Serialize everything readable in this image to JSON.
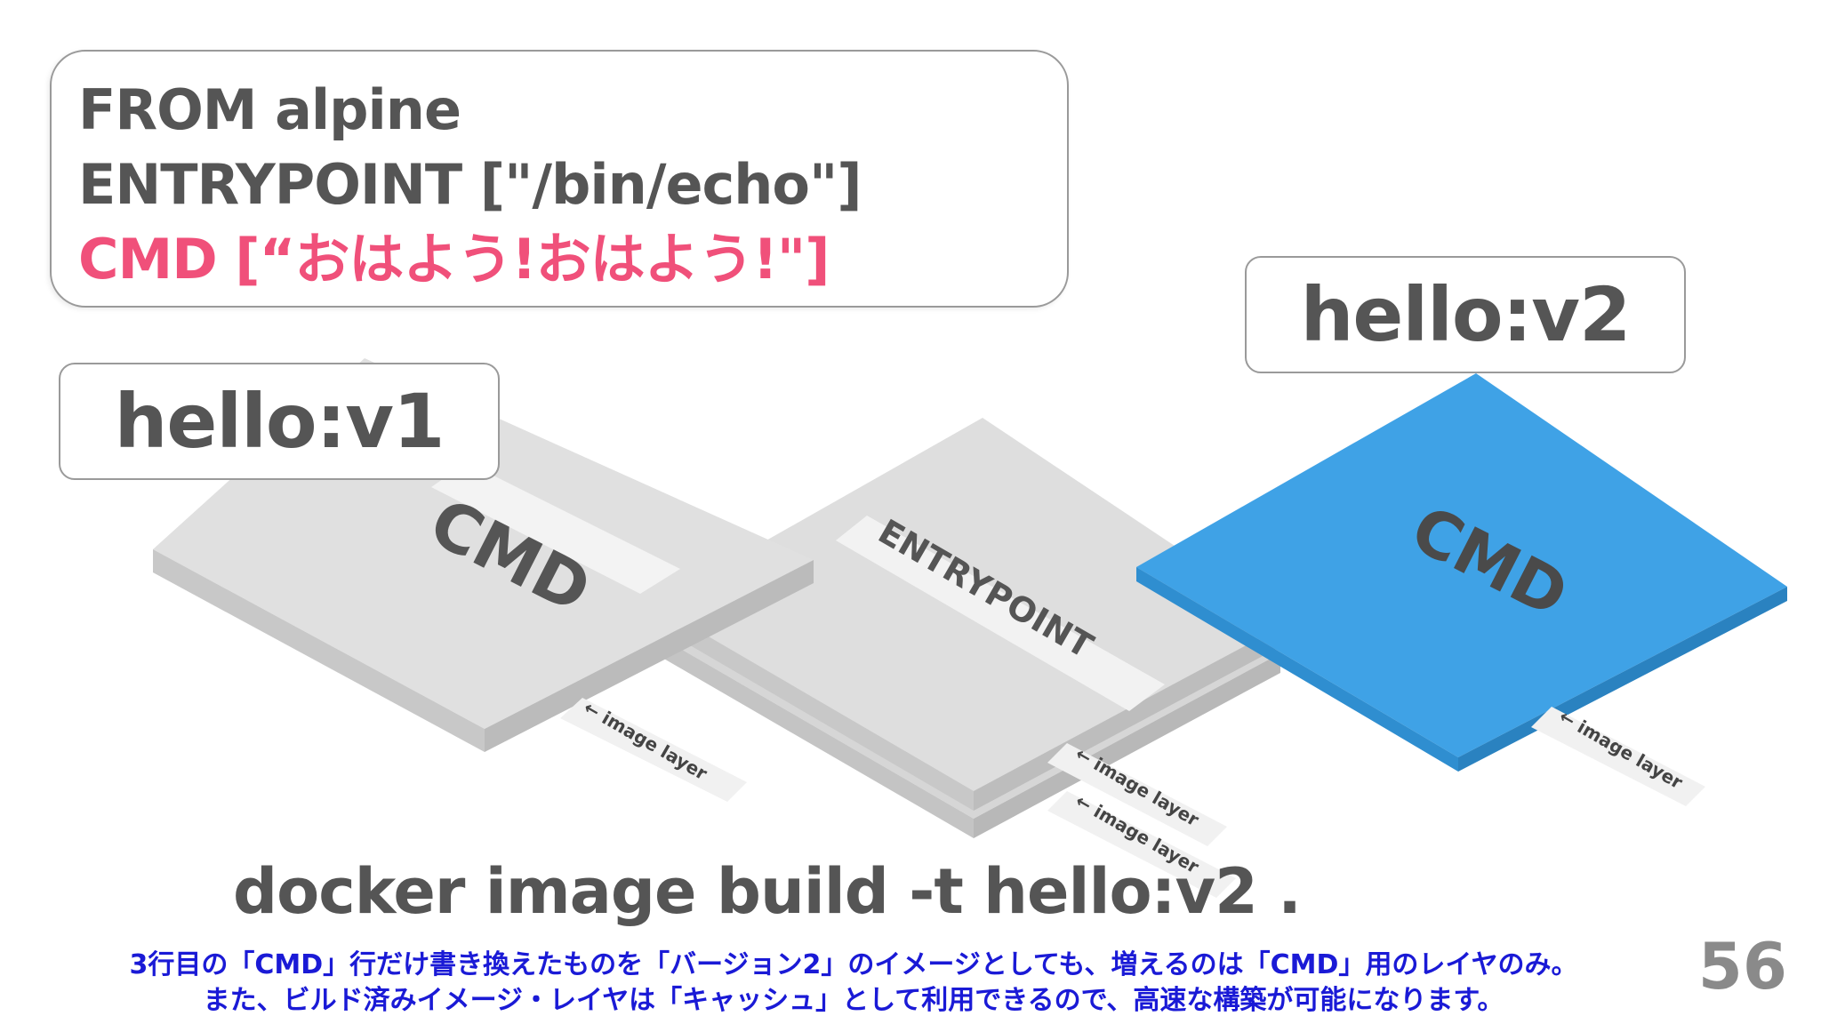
{
  "code": {
    "line1": "FROM alpine",
    "line2": "ENTRYPOINT [\"/bin/echo\"]",
    "line3": "CMD [“おはよう!おはよう!\"]"
  },
  "tags": {
    "v1": "hello:v1",
    "v2": "hello:v2"
  },
  "layers": {
    "cmd_v1": "CMD",
    "entrypoint": "ENTRYPOINT",
    "cmd_v2": "CMD",
    "image_layer": "← image layer"
  },
  "command": "docker image build -t hello:v2 .",
  "caption": {
    "line1": "3行目の「CMD」行だけ書き換えたものを「バージョン2」のイメージとしても、増えるのは「CMD」用のレイヤのみ。",
    "line2": "また、ビルド済みイメージ・レイヤは「キャッシュ」として利用できるので、高速な構築が可能になります。"
  },
  "page_number": "56",
  "colors": {
    "accent_pink": "#f0507a",
    "layer_blue": "#3fa2e6",
    "layer_gray": "#dedede",
    "caption_blue": "#1a1ad6"
  }
}
